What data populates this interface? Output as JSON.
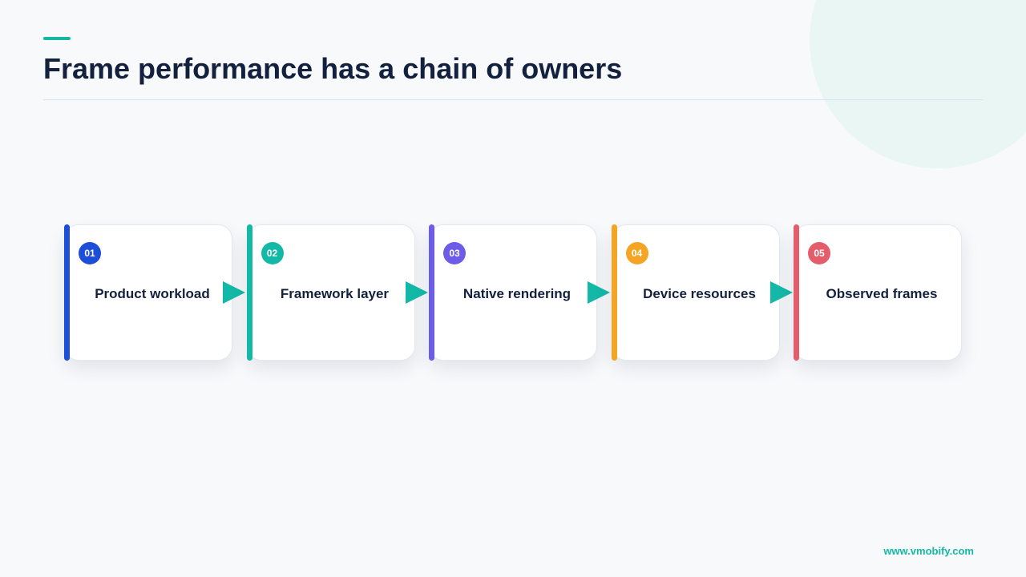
{
  "header": {
    "title": "Frame performance has a chain of owners"
  },
  "flow": {
    "steps": [
      {
        "number": "01",
        "label": "Product workload",
        "color": "#1d4ed8"
      },
      {
        "number": "02",
        "label": "Framework layer",
        "color": "#14b8a6"
      },
      {
        "number": "03",
        "label": "Native rendering",
        "color": "#6d5ce7"
      },
      {
        "number": "04",
        "label": "Device resources",
        "color": "#f5a524"
      },
      {
        "number": "05",
        "label": "Observed frames",
        "color": "#e35d6a"
      }
    ],
    "arrow_color": "#14b8a6",
    "arrow_icon": "triangle-right-icon"
  },
  "footer": {
    "url": "www.vmobify.com"
  },
  "theme": {
    "accent": "#14b8a6",
    "title_color": "#13213f",
    "background": "#f7f9fb"
  }
}
